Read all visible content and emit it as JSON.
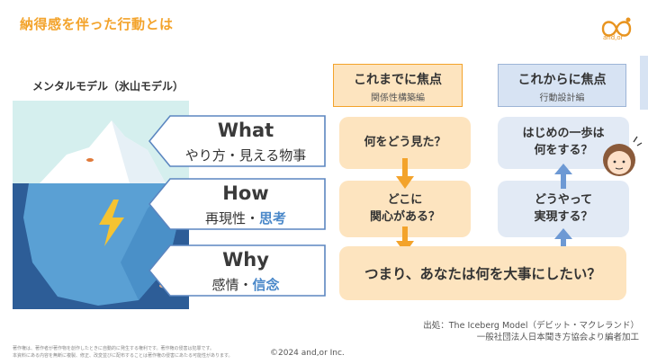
{
  "title": "納得感を伴った行動とは",
  "logo": {
    "text": "and,or"
  },
  "mental_model_label": "メンタルモデル（氷山モデル）",
  "rows": [
    {
      "heading": "What",
      "sub": "やり方・見える物事",
      "sub_plain": "",
      "sub_highlight": ""
    },
    {
      "heading": "How",
      "sub_plain": "再現性・",
      "sub_highlight": "思考"
    },
    {
      "heading": "Why",
      "sub_plain": "感情・",
      "sub_highlight": "信念"
    }
  ],
  "columns": {
    "past": {
      "title": "これまでに焦点",
      "subtitle": "関係性構築編"
    },
    "future": {
      "title": "これからに焦点",
      "subtitle": "行動設計編"
    }
  },
  "past_boxes": [
    {
      "text": "何をどう見た？"
    },
    {
      "line1": "どこに",
      "line2": "関心がある？"
    }
  ],
  "future_boxes": [
    {
      "line1": "はじめの一歩は",
      "line2": "何をする？"
    },
    {
      "line1": "どうやって",
      "line2": "実現する？"
    }
  ],
  "bottom_box": "つまり、あなたは何を大事にしたい？",
  "source": {
    "line1": "出処：The Iceberg Model（デビット・マクレランド）",
    "line2": "一般社団法人日本聞き方協会より編者加工"
  },
  "copyright": "©2024 and,or Inc.",
  "footnote": {
    "line1": "著作権は、著作者が著作物を創作したときに自動的に発生する権利です。著作権の侵害は犯罪です。",
    "line2": "本資料にある内容を無断に複製、修正、改変並びに配布することは著作権の侵害にあたる可能性があります。"
  },
  "colors": {
    "accent": "#f3a32b",
    "blue": "#4a88c9",
    "ice_sea": "#2d5d97"
  }
}
